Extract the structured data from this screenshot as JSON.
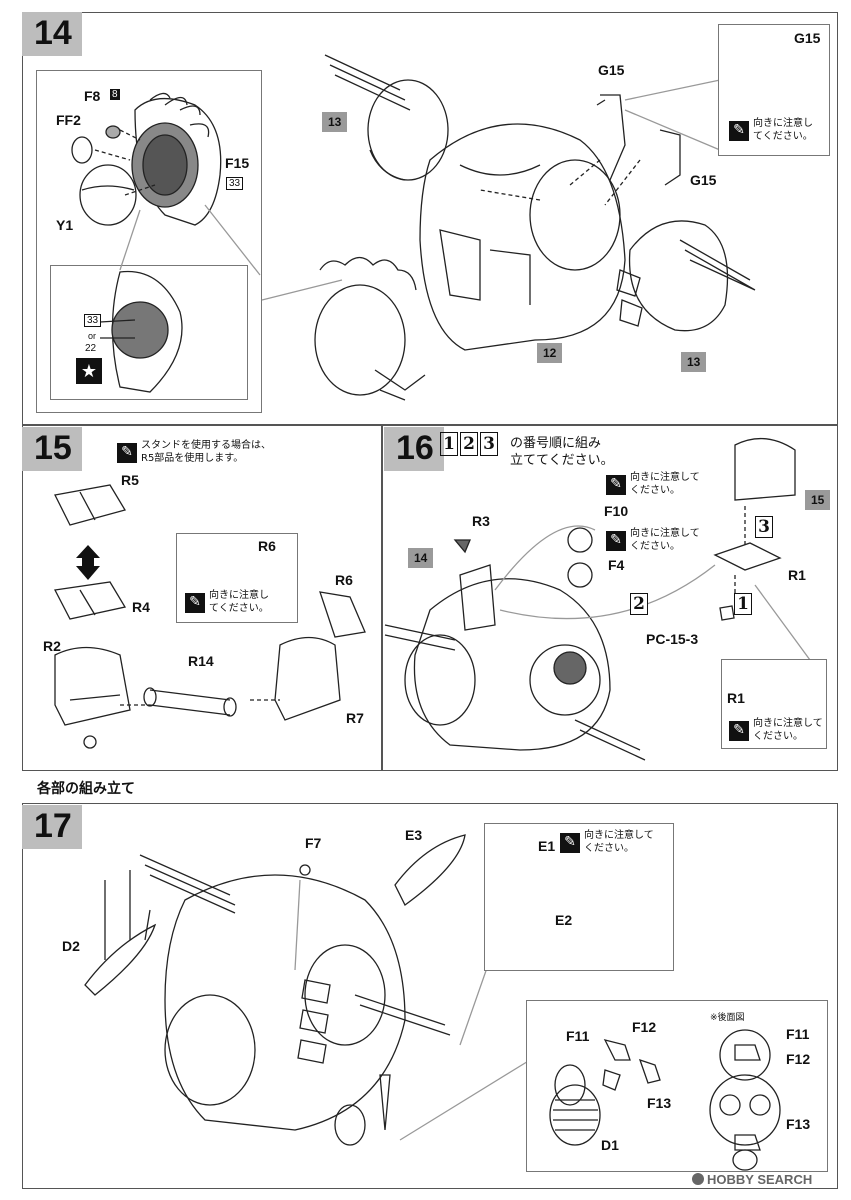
{
  "steps": {
    "s14": {
      "number": "14",
      "labels": {
        "f8": "F8",
        "f8_badge": "8",
        "ff2": "FF2",
        "f15": "F15",
        "f15_badge": "33",
        "y1": "Y1",
        "g15_a": "G15",
        "g15_b": "G15",
        "g15_detail": "G15"
      },
      "ref_a": "13",
      "ref_b": "13",
      "ref_c": "12",
      "detail_badge": "33",
      "detail_or": "or",
      "detail_alt": "22",
      "star": "★",
      "note": "向きに注意し\nてください。"
    },
    "s15": {
      "number": "15",
      "stand_note": "スタンドを使用する場合は、\nR5部品を使用します。",
      "labels": {
        "r5": "R5",
        "r4": "R4",
        "r2": "R2",
        "r14": "R14",
        "r6": "R6",
        "r6_detail": "R6",
        "r7": "R7"
      },
      "note": "向きに注意し\nてください。"
    },
    "s16": {
      "number": "16",
      "order_boxes": [
        "1",
        "2",
        "3"
      ],
      "order_text_1": "の番号順に組み",
      "order_text_2": "立ててください。",
      "ref_14": "14",
      "ref_15": "15",
      "labels": {
        "r3": "R3",
        "f10": "F10",
        "f4": "F4",
        "r1": "R1",
        "r1_detail": "R1",
        "pc": "PC-15-3"
      },
      "seq": {
        "one": "1",
        "two": "2",
        "three": "3"
      },
      "note": "向きに注意して\nください。"
    },
    "section_title": "各部の組み立て",
    "s17": {
      "number": "17",
      "labels": {
        "f7": "F7",
        "e3": "E3",
        "e1": "E1",
        "e2": "E2",
        "d2": "D2",
        "f11": "F11",
        "f12": "F12",
        "f13": "F13",
        "d1": "D1",
        "f11_rear": "F11",
        "f12_rear": "F12",
        "f13_rear": "F13"
      },
      "rear_view": "※後面図",
      "note": "向きに注意して\nください。"
    }
  },
  "watermark": "HOBBY SEARCH"
}
